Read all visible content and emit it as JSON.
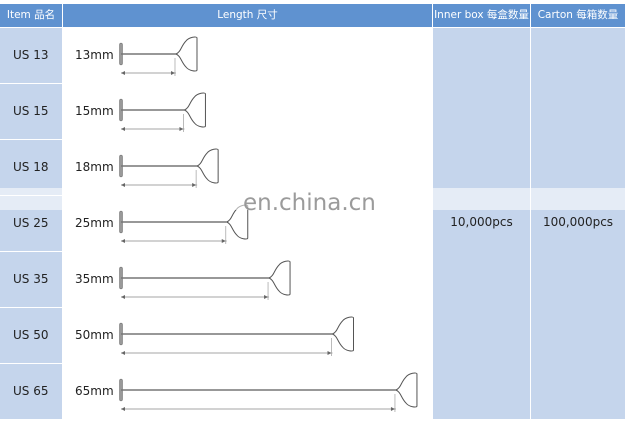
{
  "header": {
    "item": "Item 品名",
    "length": "Length 尺寸",
    "inner_box": "Inner box 每盒数量",
    "carton": "Carton 每箱数量"
  },
  "rows": [
    {
      "item": "US 13",
      "length_label": "13mm",
      "length_mm": 13
    },
    {
      "item": "US 15",
      "length_label": "15mm",
      "length_mm": 15
    },
    {
      "item": "US 18",
      "length_label": "18mm",
      "length_mm": 18
    },
    {
      "item": "US 25",
      "length_label": "25mm",
      "length_mm": 25
    },
    {
      "item": "US 35",
      "length_label": "35mm",
      "length_mm": 35
    },
    {
      "item": "US 50",
      "length_label": "50mm",
      "length_mm": 50
    },
    {
      "item": "US 65",
      "length_label": "65mm",
      "length_mm": 65
    }
  ],
  "inner_box_qty": "10,000pcs",
  "carton_qty": "100,000pcs",
  "watermark": "en.china.cn"
}
